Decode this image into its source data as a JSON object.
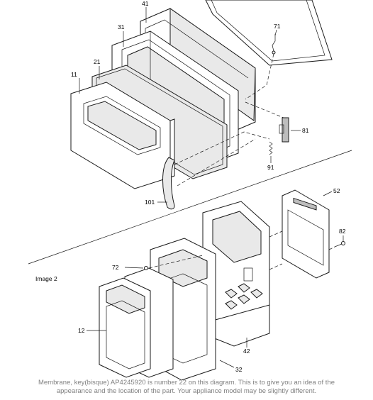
{
  "diagram": {
    "image_label": "Image 2",
    "callouts": {
      "p11": "11",
      "p21": "21",
      "p31": "31",
      "p41": "41",
      "p71": "71",
      "p81": "81",
      "p91": "91",
      "p101": "101",
      "p52": "52",
      "p82": "82",
      "p72": "72",
      "p12": "12",
      "p42": "42",
      "p32": "32"
    }
  },
  "caption": {
    "line1": "Membrane, key(bisque) AP4245920 is number 22 on this diagram. This is to give you an idea of the",
    "line2": "appearance and the location of the part. Your appliance model may be slightly different."
  }
}
